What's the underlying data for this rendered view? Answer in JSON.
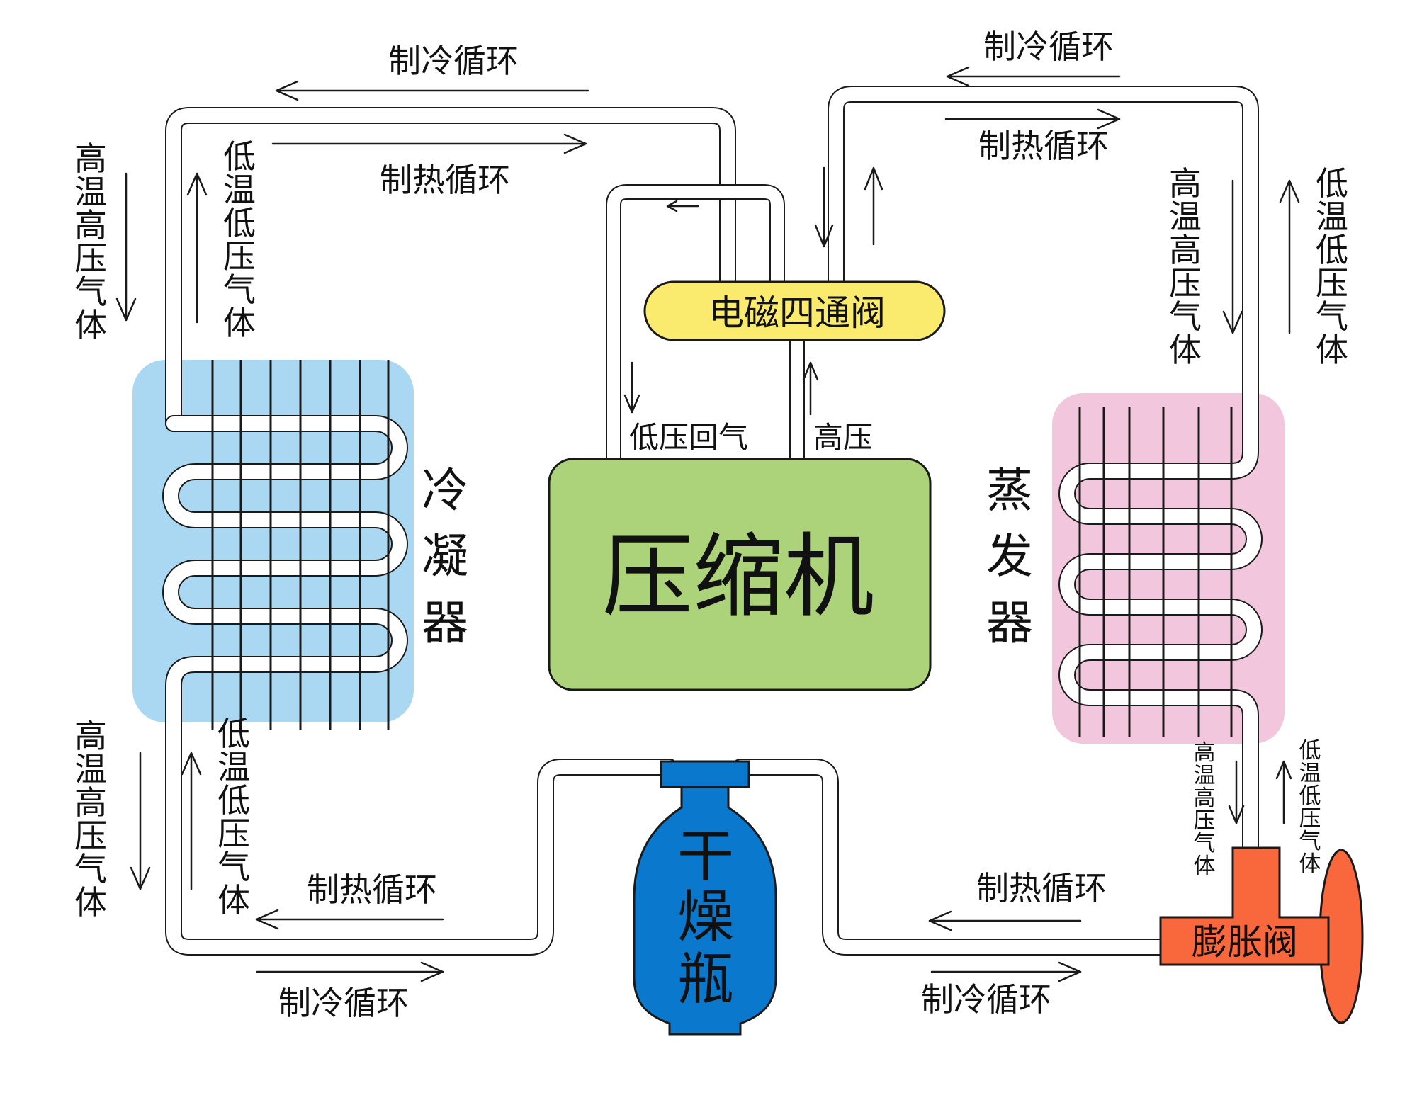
{
  "components": {
    "compressor": "压缩机",
    "four_way_valve": "电磁四通阀",
    "condenser": [
      "冷",
      "凝",
      "器"
    ],
    "evaporator": [
      "蒸",
      "发",
      "器"
    ],
    "dryer": [
      "干",
      "燥",
      "瓶"
    ],
    "expansion_valve": "膨胀阀"
  },
  "labels": {
    "cooling_cycle": "制冷循环",
    "heating_cycle": "制热循环",
    "low_pressure_return": "低压回气",
    "high_pressure": "高压",
    "hot_high_pressure_gas": [
      "高",
      "温",
      "高",
      "压",
      "气",
      "体"
    ],
    "cold_low_pressure_gas": [
      "低",
      "温",
      "低",
      "压",
      "气",
      "体"
    ]
  },
  "colors": {
    "condenser_fill": "#aad8f2",
    "evaporator_fill": "#f2c6dc",
    "compressor_fill": "#acd27a",
    "valve_fill": "#faeb6e",
    "dryer_fill": "#0a78cc",
    "expansion_valve_fill": "#f9683c"
  }
}
